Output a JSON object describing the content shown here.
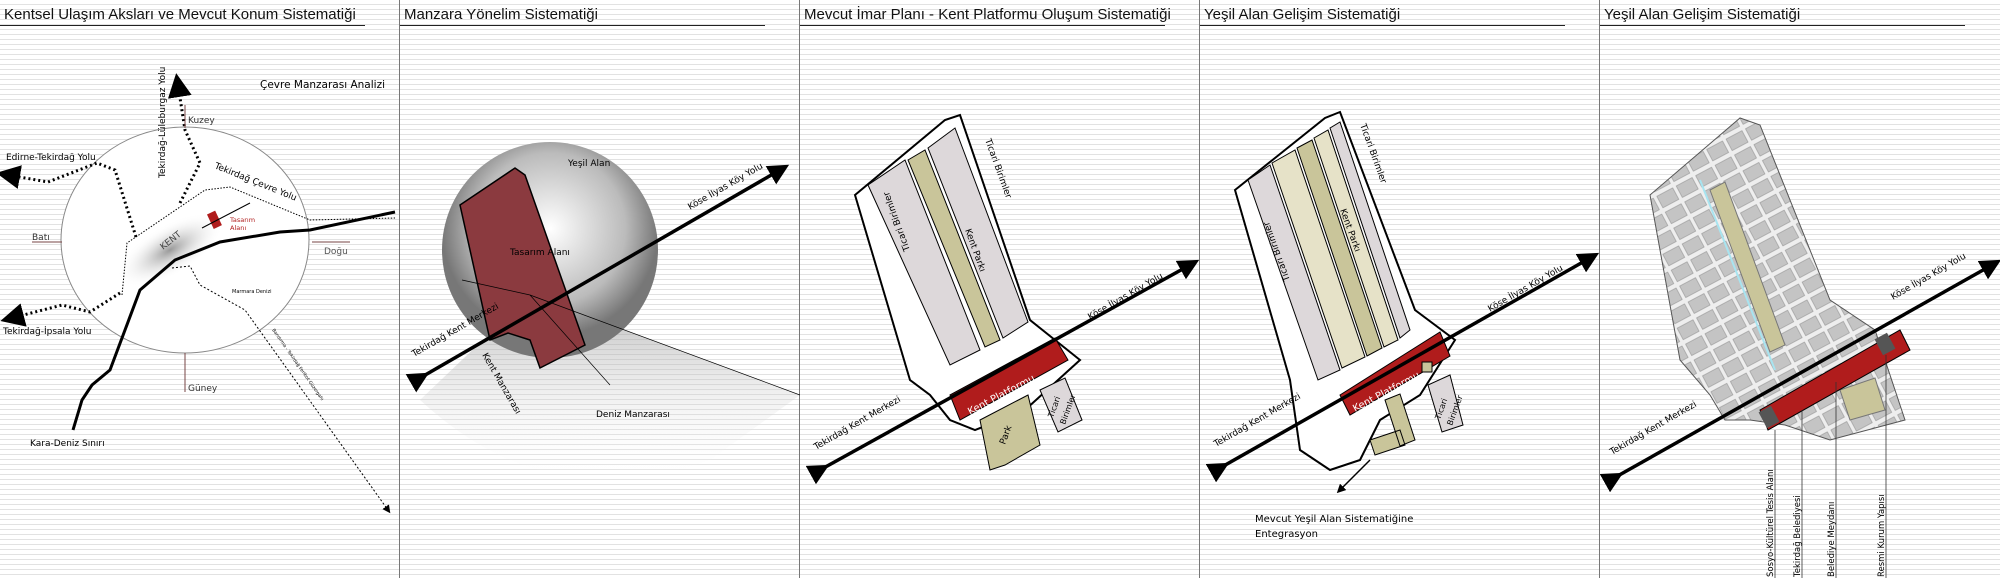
{
  "colors": {
    "accent_red": "#b01c1c",
    "park": "#c9c59a",
    "light_block": "#ddd8da",
    "building": "#b8b8b8",
    "water": "#a8e4f0"
  },
  "panels": [
    {
      "title": "Kentsel Ulaşım Aksları  ve Mevcut Konum Sistematiği",
      "labels": {
        "analysis": "Çevre Manzarası Analizi",
        "north": "Kuzey",
        "south": "Güney",
        "west": "Batı",
        "east": "Doğu",
        "road_luleburgaz": "Tekirdağ-Lüleburgaz Yolu",
        "road_edirne": "Edirne-Tekirdağ Yolu",
        "road_cevre": "Tekirdağ Çevre Yolu",
        "road_ipsala": "Tekirdağ-İpsala Yolu",
        "city": "KENT",
        "site_1": "Tasarım",
        "site_2": "Alanı",
        "sea": "Marmara Denizi",
        "ferry": "Bandırma - Tekirdağ Feribot Güzergahı",
        "coast": "Kara-Deniz Sınırı"
      }
    },
    {
      "title": "Manzara Yönelim Sistematiği",
      "labels": {
        "green": "Yeşil Alan",
        "site": "Tasarım Alanı",
        "road_kose": "Köse İlyas Köy Yolu",
        "road_center": "Tekirdağ Kent Merkezi",
        "city_view": "Kent Manzarası",
        "sea_view": "Deniz Manzarası"
      }
    },
    {
      "title": "Mevcut İmar Planı - Kent Platformu Oluşum Sistematiği",
      "labels": {
        "commercial_1": "Ticari Birimler",
        "commercial_2": "Ticari Birimler",
        "park_strip": "Kent Parkı",
        "road_kose": "Köse İlyas Köy Yolu",
        "road_center": "Tekirdağ Kent Merkezi",
        "platform": "Kent Platformu",
        "park": "Park",
        "commercial_3a": "Ticari",
        "commercial_3b": "Birimler"
      }
    },
    {
      "title": "Yeşil Alan Gelişim Sistematiği",
      "labels": {
        "commercial_1": "Ticari Birimler",
        "commercial_2": "Ticari Birimler",
        "park_strip": "Kent Parkı",
        "road_kose": "Köse İlyas Köy Yolu",
        "road_center": "Tekirdağ Kent Merkezi",
        "platform": "Kent Platformu",
        "commercial_3a": "Ticari",
        "commercial_3b": "Birimler",
        "integration_1": "Mevcut Yeşil Alan Sistematiğine",
        "integration_2": "Entegrasyon"
      }
    },
    {
      "title": "Yeşil Alan Gelişim Sistematiği",
      "labels": {
        "road_kose": "Köse İlyas Köy Yolu",
        "road_center": "Tekirdağ Kent Merkezi",
        "socio": "Sosyo-Kültürel Tesis Alanı",
        "municipality": "Tekirdağ Belediyesi",
        "square": "Belediye Meydanı",
        "official": "Resmi Kurum Yapısı"
      }
    }
  ]
}
